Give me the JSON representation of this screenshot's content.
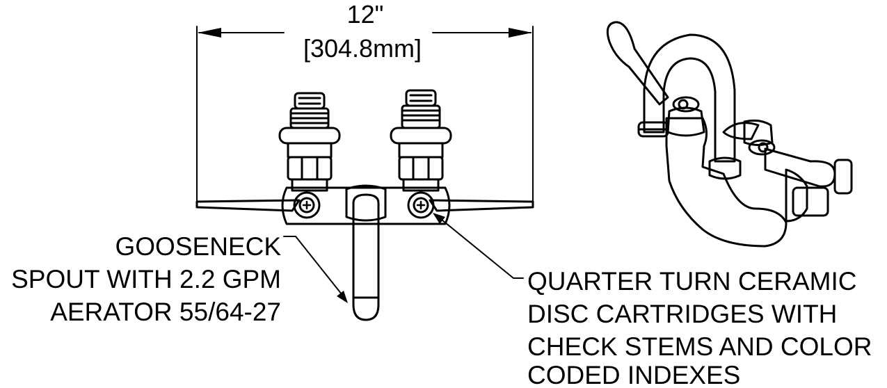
{
  "dimension": {
    "imperial": "12\"",
    "metric": "[304.8mm]"
  },
  "callouts": {
    "spout": {
      "lines": [
        "GOOSENECK",
        "SPOUT WITH 2.2 GPM",
        "AERATOR 55/64-27"
      ]
    },
    "cartridge": {
      "lines": [
        "QUARTER TURN CERAMIC",
        "DISC CARTRIDGES WITH",
        "CHECK STEMS AND COLOR",
        "CODED INDEXES"
      ]
    }
  },
  "colors": {
    "line": "#000000",
    "background": "#ffffff"
  }
}
